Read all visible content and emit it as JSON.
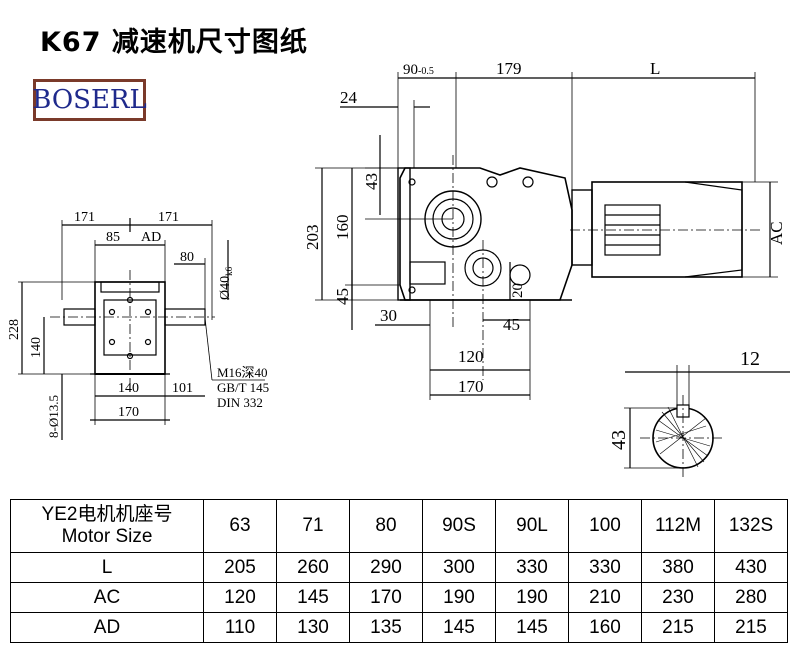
{
  "title": "K67 减速机尺寸图纸",
  "logo": "BOSERL",
  "dims": {
    "d171a": "171",
    "d171b": "171",
    "d85": "85",
    "dAD": "AD",
    "d80": "80",
    "d40": "Ø40",
    "d40sub": "k6",
    "d228": "228",
    "d140v": "140",
    "d140h": "140",
    "d101": "101",
    "d170a": "170",
    "dHole": "8-Ø13.5",
    "note1": "M16深40",
    "note2": "GB/T 145",
    "note3": "DIN 332",
    "d90": "90",
    "d90sub": "-0.5",
    "d179": "179",
    "dL": "L",
    "d24": "24",
    "d43a": "43",
    "d203": "203",
    "d160": "160",
    "d45a": "45",
    "d30": "30",
    "d20": "20",
    "d45b": "45",
    "d120": "120",
    "d170b": "170",
    "dAC": "AC",
    "d12": "12",
    "d43b": "43"
  },
  "table": {
    "header_line1": "YE2电机机座号",
    "header_line2": "Motor Size",
    "sizes": [
      "63",
      "71",
      "80",
      "90S",
      "90L",
      "100",
      "112M",
      "132S"
    ],
    "rows": [
      {
        "label": "L",
        "values": [
          "205",
          "260",
          "290",
          "300",
          "330",
          "330",
          "380",
          "430"
        ]
      },
      {
        "label": "AC",
        "values": [
          "120",
          "145",
          "170",
          "190",
          "190",
          "210",
          "230",
          "280"
        ]
      },
      {
        "label": "AD",
        "values": [
          "110",
          "130",
          "135",
          "145",
          "145",
          "160",
          "215",
          "215"
        ]
      }
    ]
  }
}
